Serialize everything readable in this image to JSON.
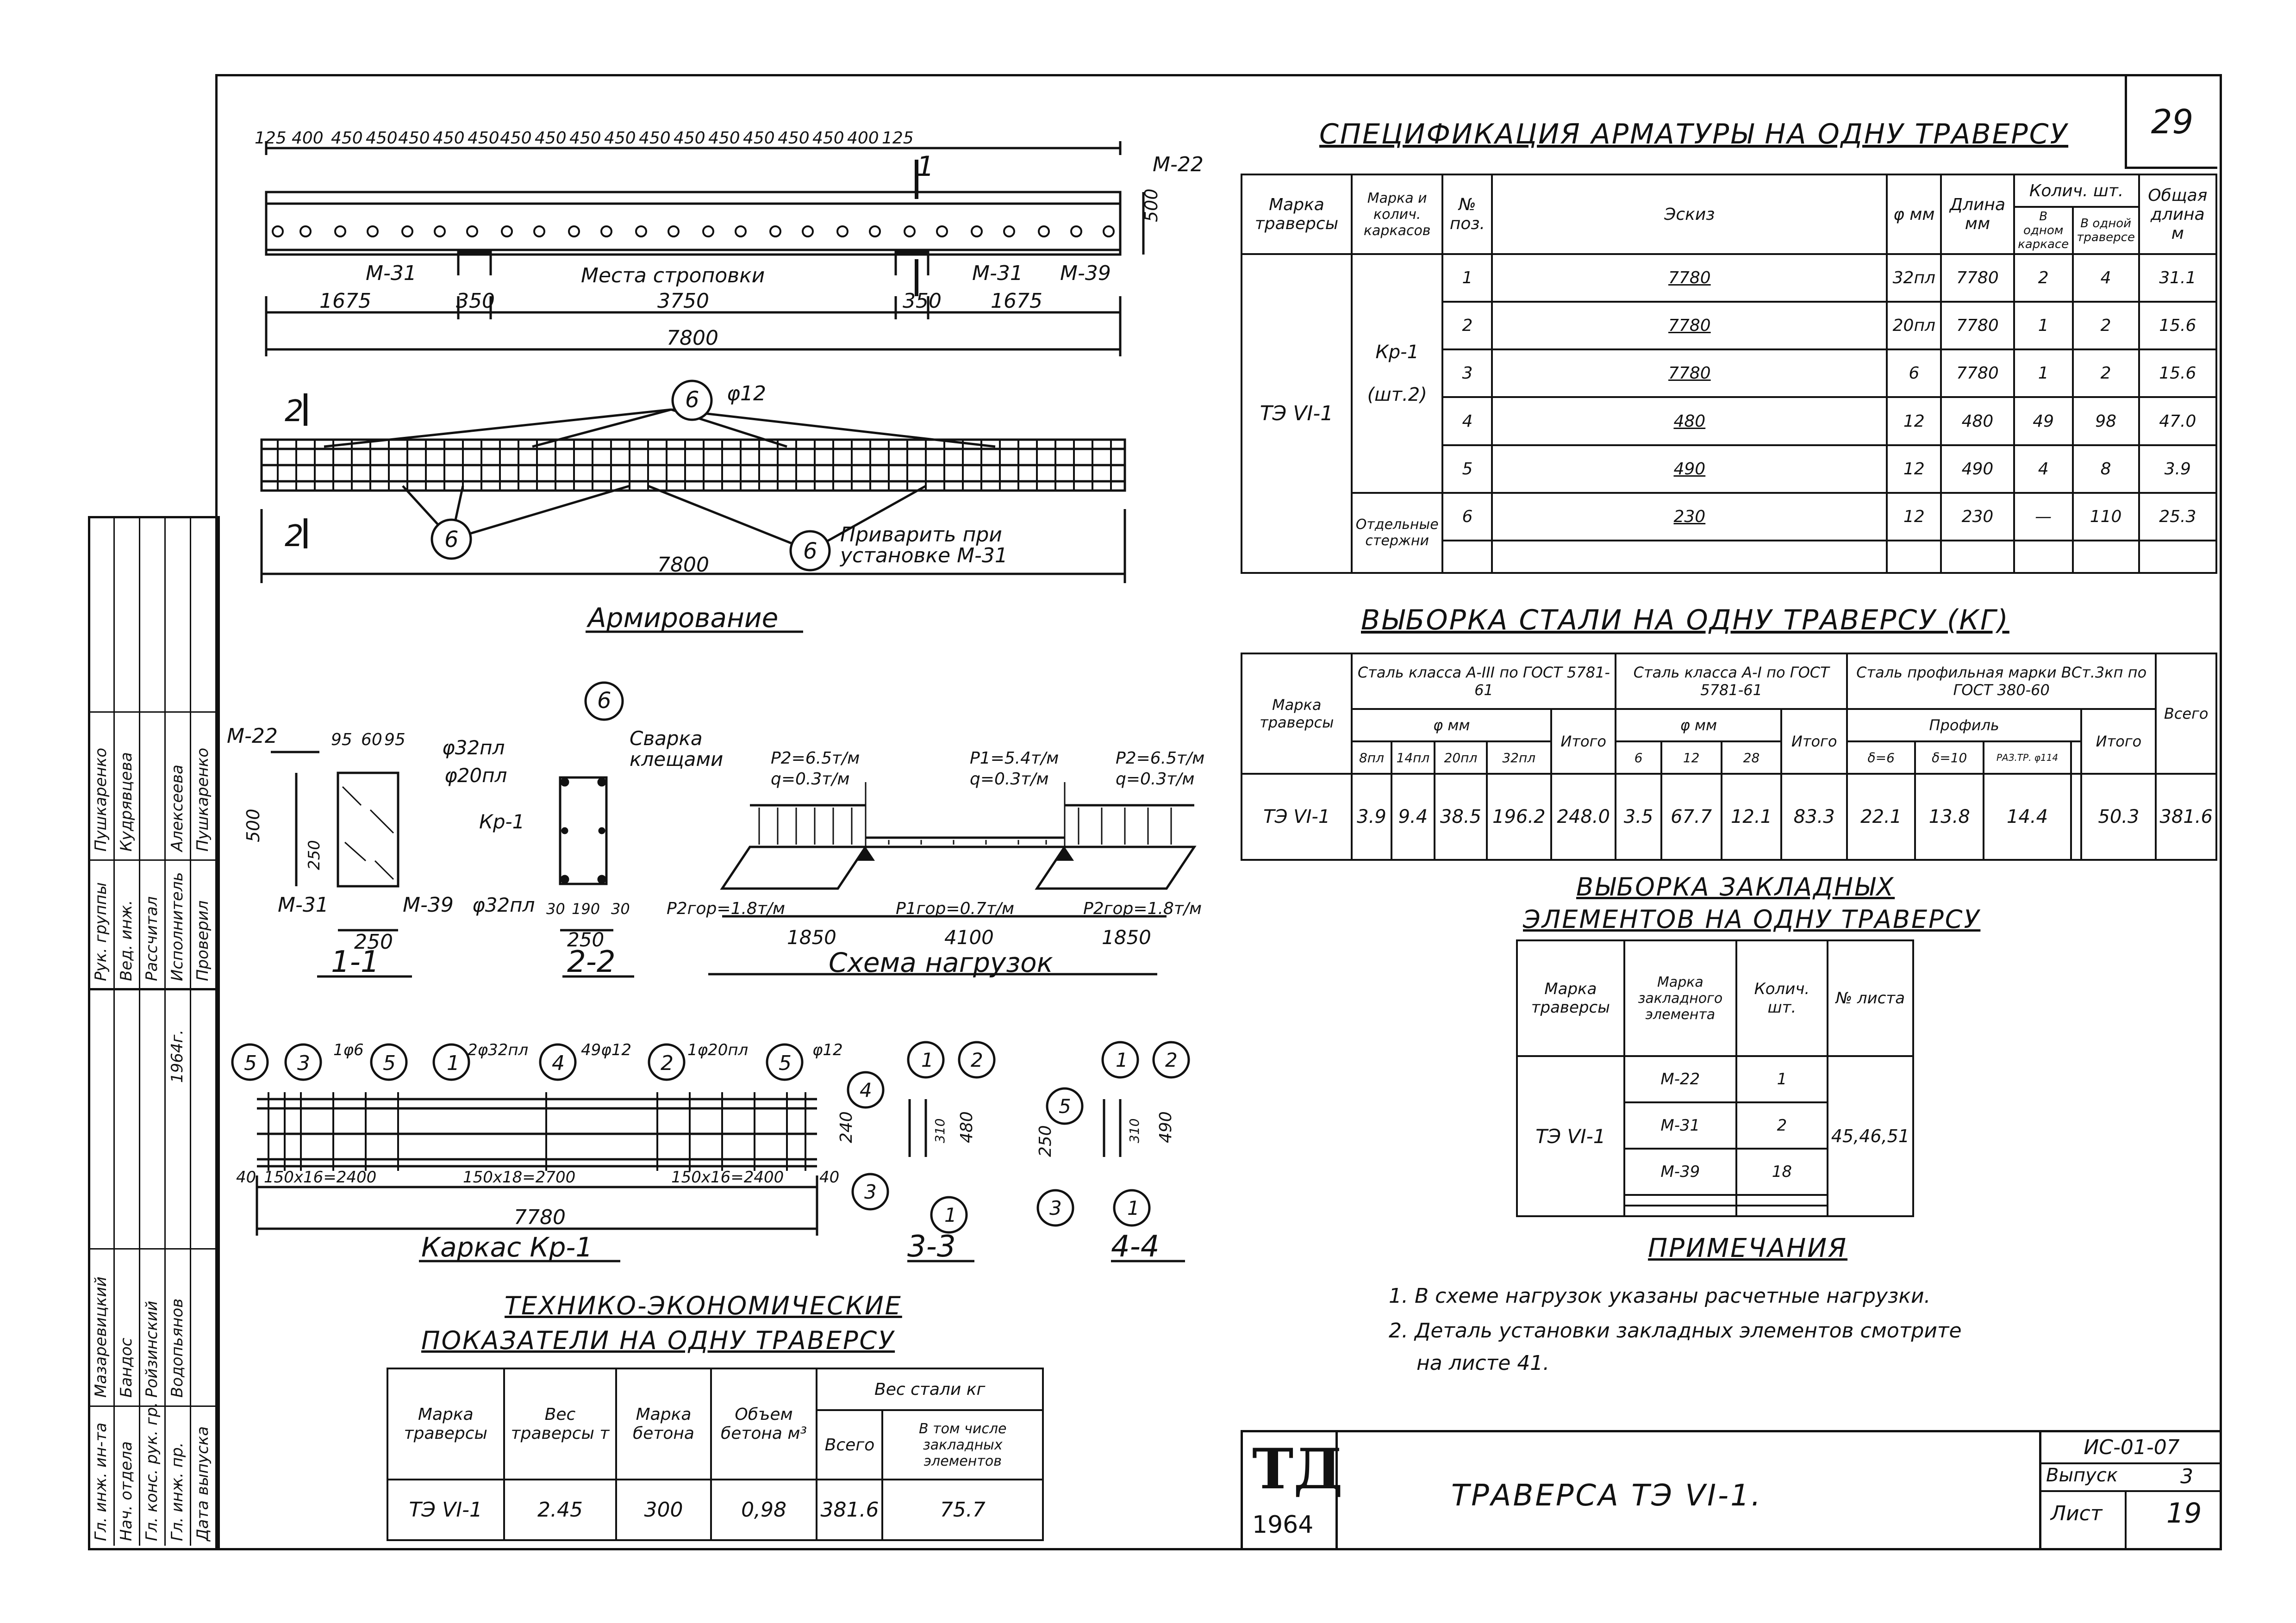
{
  "sheet_no": "29",
  "spec_title": "Спецификация арматуры на одну траверсу",
  "spec": {
    "headers": [
      "Марка траверсы",
      "Марка и колич. каркасов",
      "№ поз.",
      "Эскиз",
      "φ мм",
      "Длина мм",
      "Колич. шт.",
      "В одном каркасе",
      "В одной траверсе",
      "Общая длина м"
    ],
    "mark": "ТЭ VI-1",
    "frame": "Кр-1",
    "frame_qty": "(шт.2)",
    "loose": "Отдельные стержни",
    "rows": [
      {
        "pos": "1",
        "sketch": "7780",
        "dia": "32пл",
        "len": "7780",
        "q1": "2",
        "q2": "4",
        "total": "31.1"
      },
      {
        "pos": "2",
        "sketch": "7780",
        "dia": "20пл",
        "len": "7780",
        "q1": "1",
        "q2": "2",
        "total": "15.6"
      },
      {
        "pos": "3",
        "sketch": "7780",
        "dia": "6",
        "len": "7780",
        "q1": "1",
        "q2": "2",
        "total": "15.6"
      },
      {
        "pos": "4",
        "sketch": "480",
        "dia": "12",
        "len": "480",
        "q1": "49",
        "q2": "98",
        "total": "47.0"
      },
      {
        "pos": "5",
        "sketch": "490",
        "dia": "12",
        "len": "490",
        "q1": "4",
        "q2": "8",
        "total": "3.9"
      },
      {
        "pos": "6",
        "sketch": "230",
        "dia": "12",
        "len": "230",
        "q1": "—",
        "q2": "110",
        "total": "25.3"
      }
    ]
  },
  "steel_title": "Выборка стали на одну траверсу (кг)",
  "steel": {
    "h_mark": "Марка траверсы",
    "h_a3": "Сталь класса А-III по ГОСТ 5781-61",
    "h_a1": "Сталь класса А-I по ГОСТ 5781-61",
    "h_prof": "Сталь профильная марки ВСт.3кп по ГОСТ 380-60",
    "h_dia": "φ мм",
    "h_profile": "Профиль",
    "h_itogo": "Итого",
    "h_total": "Всего",
    "sub_a3": [
      "8пл",
      "14пл",
      "20пл",
      "32пл"
    ],
    "sub_a1": [
      "6",
      "12",
      "28"
    ],
    "sub_prof": [
      "δ=6",
      "δ=10",
      "РАЗ.ТР. φ114"
    ],
    "row": {
      "mark": "ТЭ VI-1",
      "a3": [
        "3.9",
        "9.4",
        "38.5",
        "196.2"
      ],
      "a3_total": "248.0",
      "a1": [
        "3.5",
        "67.7",
        "12.1"
      ],
      "a1_total": "83.3",
      "prof": [
        "22.1",
        "13.8",
        "14.4"
      ],
      "prof_total": "50.3",
      "total": "381.6"
    }
  },
  "emb_title": [
    "Выборка закладных",
    "элементов на одну траверсу"
  ],
  "emb": {
    "headers": [
      "Марка траверсы",
      "Марка закладного элемента",
      "Колич. шт.",
      "№ листа"
    ],
    "mark": "ТЭ VI-1",
    "rows": [
      {
        "el": "М-22",
        "qty": "1"
      },
      {
        "el": "М-31",
        "qty": "2"
      },
      {
        "el": "М-39",
        "qty": "18"
      }
    ],
    "sheets": "45,46,51"
  },
  "notes_title": "Примечания",
  "notes": [
    "1. В схеме нагрузок указаны расчетные нагрузки.",
    "2. Деталь установки закладных элементов смотрите",
    "на листе 41."
  ],
  "tech_title": [
    "Технико-экономические",
    "показатели на одну траверсу"
  ],
  "tech": {
    "headers": [
      "Марка траверсы",
      "Вес траверсы т",
      "Марка бетона",
      "Объем бетона м³",
      "Вес стали кг",
      "Всего",
      "В том числе закладных элементов"
    ],
    "row": [
      "ТЭ VI-1",
      "2.45",
      "300",
      "0,98",
      "381.6",
      "75.7"
    ]
  },
  "drawings": {
    "reinf_caption": "Армирование",
    "frame_caption": "Каркас Кр-1",
    "load_caption": "Схема нагрузок",
    "sec11": "1-1",
    "sec22": "2-2",
    "sec33": "3-3",
    "sec44": "4-4",
    "top_dims": [
      "125",
      "400",
      "450",
      "450",
      "450",
      "450",
      "450",
      "450",
      "450",
      "450",
      "450",
      "450",
      "450",
      "450",
      "450",
      "450",
      "450",
      "400",
      "125"
    ],
    "m22": "М-22",
    "m31": "М-31",
    "m39": "М-39",
    "sling": "Места строповки",
    "h500": "500",
    "dims_row": [
      "1675",
      "350",
      "3750",
      "350",
      "1675"
    ],
    "len_7800": "7800",
    "phi12": "φ12",
    "weld_note": [
      "Приварить при",
      "установке М-31"
    ],
    "loads": {
      "p2a": "P2=6.5т/м",
      "q1": "q=0.3т/м",
      "p1": "P1=5.4т/м",
      "q2": "q=0.3т/м",
      "p2b": "P2=6.5т/м",
      "q3": "q=0.3т/м",
      "pa": "P2гор=1.8т/м",
      "pm": "P1гор=0.7т/м",
      "pb": "P2гор=1.8т/м",
      "d1": "1850",
      "d2": "4100",
      "d3": "1850"
    },
    "sec1": {
      "d1": "95",
      "d2": "60",
      "d3": "95",
      "h": "500",
      "w": "250",
      "h2": "250"
    },
    "sec2": {
      "a": "φ32пл",
      "b": "φ20пл",
      "c": "Кр-1",
      "d": "φ32пл",
      "weld": [
        "Сварка",
        "клещами"
      ],
      "w1": "30",
      "w2": "190",
      "w3": "30",
      "w": "250"
    },
    "frame": {
      "a": "1φ6",
      "b": "2φ32пл",
      "c": "49φ12",
      "d": "1φ20пл",
      "e": "φ12",
      "dims": [
        "40",
        "150х16=2400",
        "150х18=2700",
        "150х16=2400",
        "40"
      ],
      "len": "7780"
    },
    "s33": {
      "a": "240",
      "b": "480",
      "c": "310"
    },
    "s44": {
      "a": "250",
      "b": "490",
      "c": "310"
    }
  },
  "stamp": {
    "logo": "ТД",
    "year": "1964",
    "title": "Траверса ТЭ VI-1.",
    "code": "ИС-01-07",
    "issue_label": "Выпуск",
    "issue": "3",
    "sheet_label": "Лист",
    "sheet": "19"
  },
  "left_block": {
    "roles": [
      "Гл. инж. ин-та",
      "Нач. отдела",
      "Гл. конс. рук. гр.",
      "Гл. инж. пр.",
      "Дата выпуска",
      "Рук. группы",
      "Вед. инж.",
      "Рассчитал",
      "Исполнитель",
      "Проверил"
    ],
    "names": [
      "Мазаревицкий",
      "Бандос",
      "Ройзинский",
      "Водопьянов",
      "Пушкаренко",
      "Кудрявцева",
      "Алексеева",
      "Пушкаренко"
    ],
    "extra": [
      "1964г."
    ]
  }
}
